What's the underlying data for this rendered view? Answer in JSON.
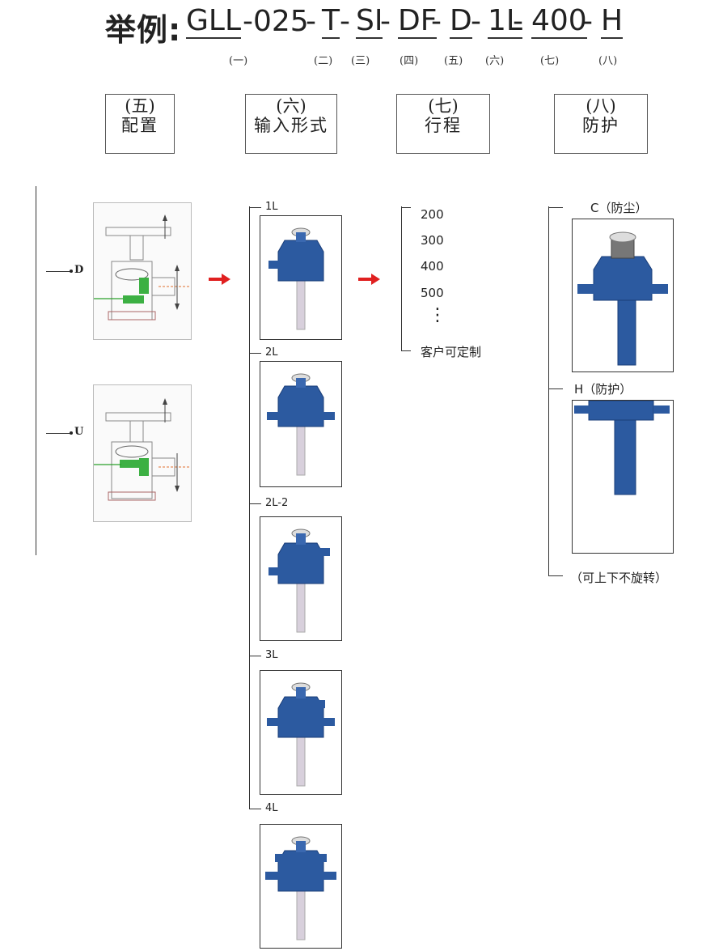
{
  "title": {
    "prefix": "举例:",
    "parts": [
      "GLL",
      "-025",
      "-",
      "T",
      "-",
      "SI",
      "-",
      "DF",
      "-",
      "D",
      "-",
      "1L",
      "-",
      "400",
      "-",
      "H"
    ],
    "subs": [
      "(一)",
      "(二)",
      "(三)",
      "(四)",
      "(五)",
      "(六)",
      "(七)",
      "(八)"
    ]
  },
  "headers": [
    {
      "num": "(五)",
      "text": "配置"
    },
    {
      "num": "(六)",
      "text": "输入形式"
    },
    {
      "num": "(七)",
      "text": "行程"
    },
    {
      "num": "(八)",
      "text": "防护"
    }
  ],
  "config": {
    "options": [
      "D",
      "U"
    ]
  },
  "input_forms": [
    "1L",
    "2L",
    "2L-2",
    "3L",
    "4L"
  ],
  "stroke": {
    "values": [
      "200",
      "300",
      "400",
      "500"
    ],
    "dots": "⋮",
    "custom": "客户可定制"
  },
  "protection": {
    "dust": "C（防尘）",
    "guard": "H（防护）",
    "no_rotate": "（可上下不旋转）"
  },
  "colors": {
    "blue": "#2c5aa0",
    "red": "#e02020",
    "green": "#2aa02a"
  }
}
